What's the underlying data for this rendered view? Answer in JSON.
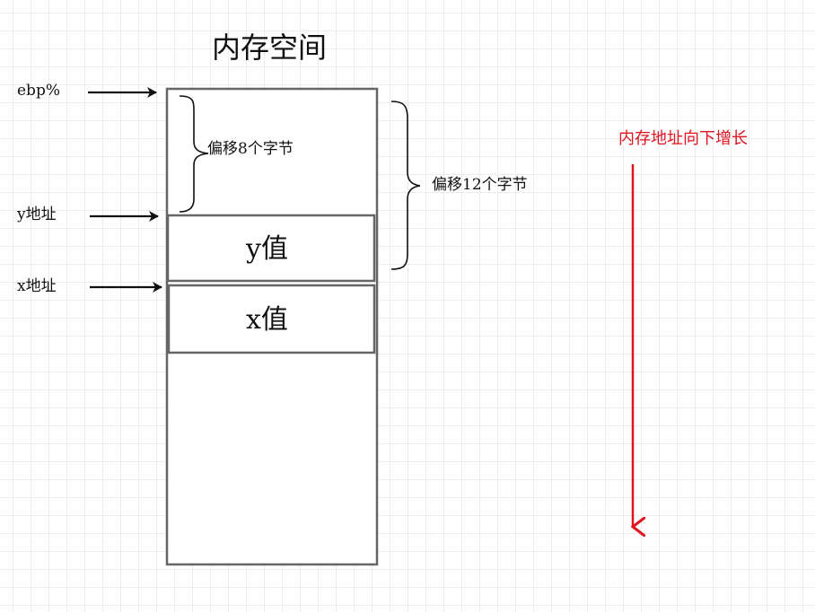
{
  "title": "内存空间",
  "pointers": {
    "ebp": "ebp%",
    "y_addr": "y地址",
    "x_addr": "x地址"
  },
  "braces": {
    "offset8": "偏移8个字节",
    "offset12": "偏移12个字节"
  },
  "cells": {
    "y_value": "y值",
    "x_value": "x值"
  },
  "growth_note": "内存地址向下增长",
  "colors": {
    "box_stroke": "#666666",
    "arrow": "#111111",
    "growth_arrow": "#e0131f"
  }
}
